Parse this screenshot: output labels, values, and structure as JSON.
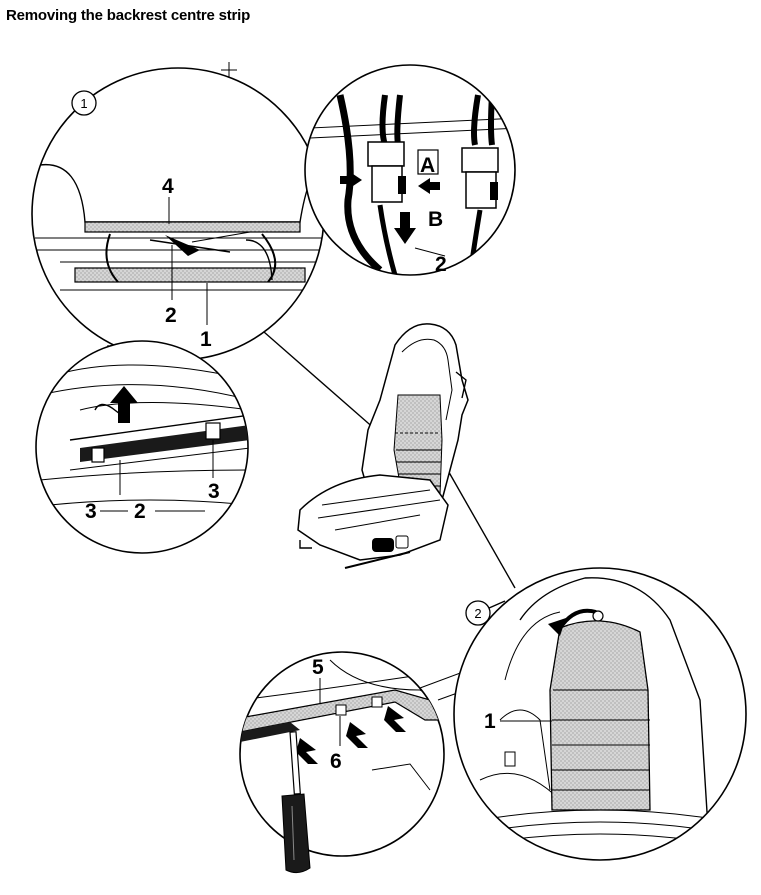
{
  "title": "Removing the backrest centre strip",
  "detail_markers": {
    "one": "1",
    "two": "2"
  },
  "callouts": {
    "c1_strip_top": "4",
    "c1_bracket": "2",
    "c1_frame": "1",
    "c2_top": "2",
    "c2_A": "A",
    "c2_B": "B",
    "c3_clip_left": "3",
    "c3_strip": "2",
    "c3_clip_right": "3",
    "c4_strip": "5",
    "c4_clips": "6",
    "c5_panel": "1"
  },
  "colors": {
    "ink": "#000000",
    "shade": "#c8c8c8",
    "dark": "#1a1a1a",
    "paper": "#ffffff"
  },
  "icons": [
    "circle-marker-1-icon",
    "circle-marker-2-icon",
    "arrow-up-icon",
    "arrow-down-icon",
    "arrow-right-icon",
    "arrow-left-icon",
    "screwdriver-icon",
    "curved-arrow-icon"
  ]
}
